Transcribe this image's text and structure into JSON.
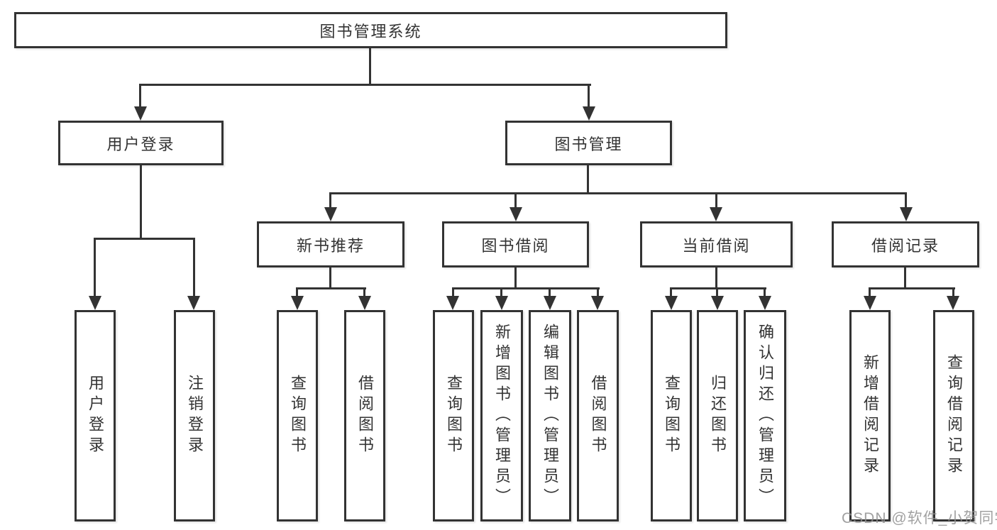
{
  "colors": {
    "line": "#333333",
    "text": "#333333",
    "box_background": "#ffffff",
    "watermark": "#919191"
  },
  "watermark": {
    "text": "CSDN @软件_小贺同学"
  },
  "diagram": {
    "type": "tree",
    "root": {
      "label": "图书管理系统",
      "children": [
        {
          "label": "用户登录",
          "children": [
            {
              "label": "用户登录"
            },
            {
              "label": "注销登录"
            }
          ]
        },
        {
          "label": "图书管理",
          "children": [
            {
              "label": "新书推荐",
              "children": [
                {
                  "label": "查询图书"
                },
                {
                  "label": "借阅图书"
                }
              ]
            },
            {
              "label": "图书借阅",
              "children": [
                {
                  "label": "查询图书"
                },
                {
                  "label": "新增图书（管理员）"
                },
                {
                  "label": "编辑图书（管理员）"
                },
                {
                  "label": "借阅图书"
                }
              ]
            },
            {
              "label": "当前借阅",
              "children": [
                {
                  "label": "查询图书"
                },
                {
                  "label": "归还图书"
                },
                {
                  "label": "确认归还（管理员）"
                }
              ]
            },
            {
              "label": "借阅记录",
              "children": [
                {
                  "label": "新增借阅记录"
                },
                {
                  "label": "查询借阅记录"
                }
              ]
            }
          ]
        }
      ]
    }
  }
}
